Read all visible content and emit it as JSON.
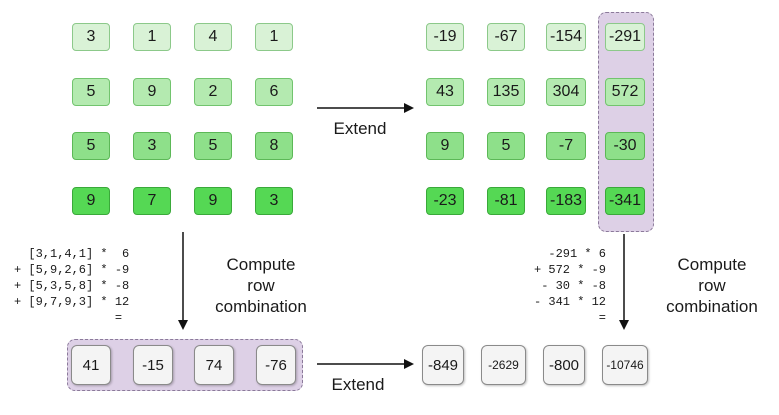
{
  "left_matrix": [
    [
      "3",
      "1",
      "4",
      "1"
    ],
    [
      "5",
      "9",
      "2",
      "6"
    ],
    [
      "5",
      "3",
      "5",
      "8"
    ],
    [
      "9",
      "7",
      "9",
      "3"
    ]
  ],
  "right_matrix": [
    [
      "-19",
      "-67",
      "-154",
      "-291"
    ],
    [
      "43",
      "135",
      "304",
      "572"
    ],
    [
      "9",
      "5",
      "-7",
      "-30"
    ],
    [
      "-23",
      "-81",
      "-183",
      "-341"
    ]
  ],
  "left_result": [
    "41",
    "-15",
    "74",
    "-76"
  ],
  "right_result": [
    "-849",
    "-2629",
    "-800",
    "-10746"
  ],
  "left_formula": [
    "  [3,1,4,1] *  6",
    "+ [5,9,2,6] * -9",
    "+ [5,3,5,8] * -8",
    "+ [9,7,9,3] * 12",
    "              ="
  ],
  "right_formula": [
    "-291 * 6",
    "+ 572 * -9",
    "- 30 * -8",
    "- 341 * 12",
    "="
  ],
  "labels": {
    "extend_top": "Extend",
    "extend_bottom": "Extend",
    "compute_left": [
      "Compute",
      "row",
      "combination"
    ],
    "compute_right": [
      "Compute",
      "row",
      "combination"
    ]
  }
}
